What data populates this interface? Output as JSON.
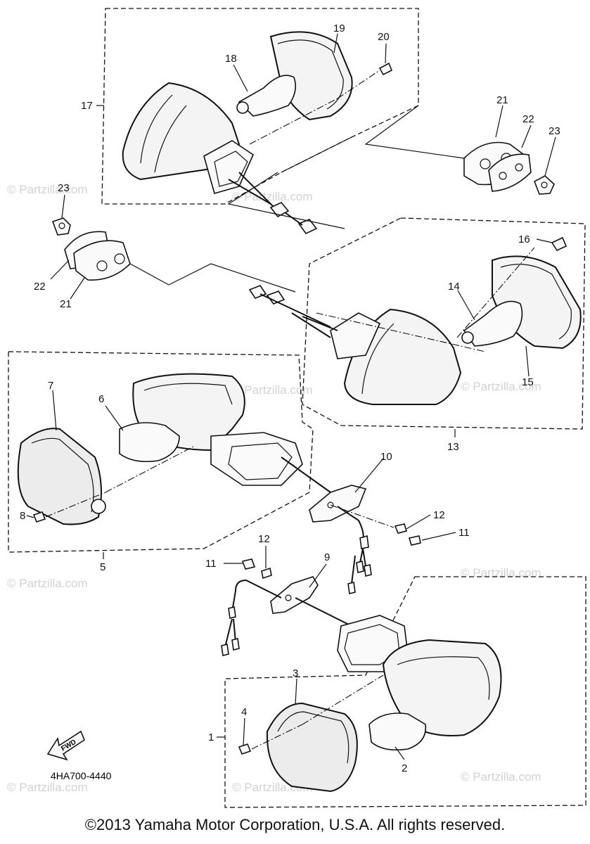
{
  "watermark": "© Partzilla.com",
  "diagram_code": "4HA700-4440",
  "fwd_label": "FWD",
  "copyright": "©2013  Yamaha Motor Corporation, U.S.A. All rights reserved.",
  "callouts": {
    "c1": "1",
    "c2": "2",
    "c3": "3",
    "c4": "4",
    "c5": "5",
    "c6": "6",
    "c7": "7",
    "c8": "8",
    "c9": "9",
    "c10": "10",
    "c11a": "11",
    "c11b": "11",
    "c12a": "12",
    "c12b": "12",
    "c13": "13",
    "c14": "14",
    "c15": "15",
    "c16": "16",
    "c17": "17",
    "c18": "18",
    "c19": "19",
    "c20": "20",
    "c21a": "21",
    "c21b": "21",
    "c22a": "22",
    "c22b": "22",
    "c23a": "23",
    "c23b": "23"
  }
}
